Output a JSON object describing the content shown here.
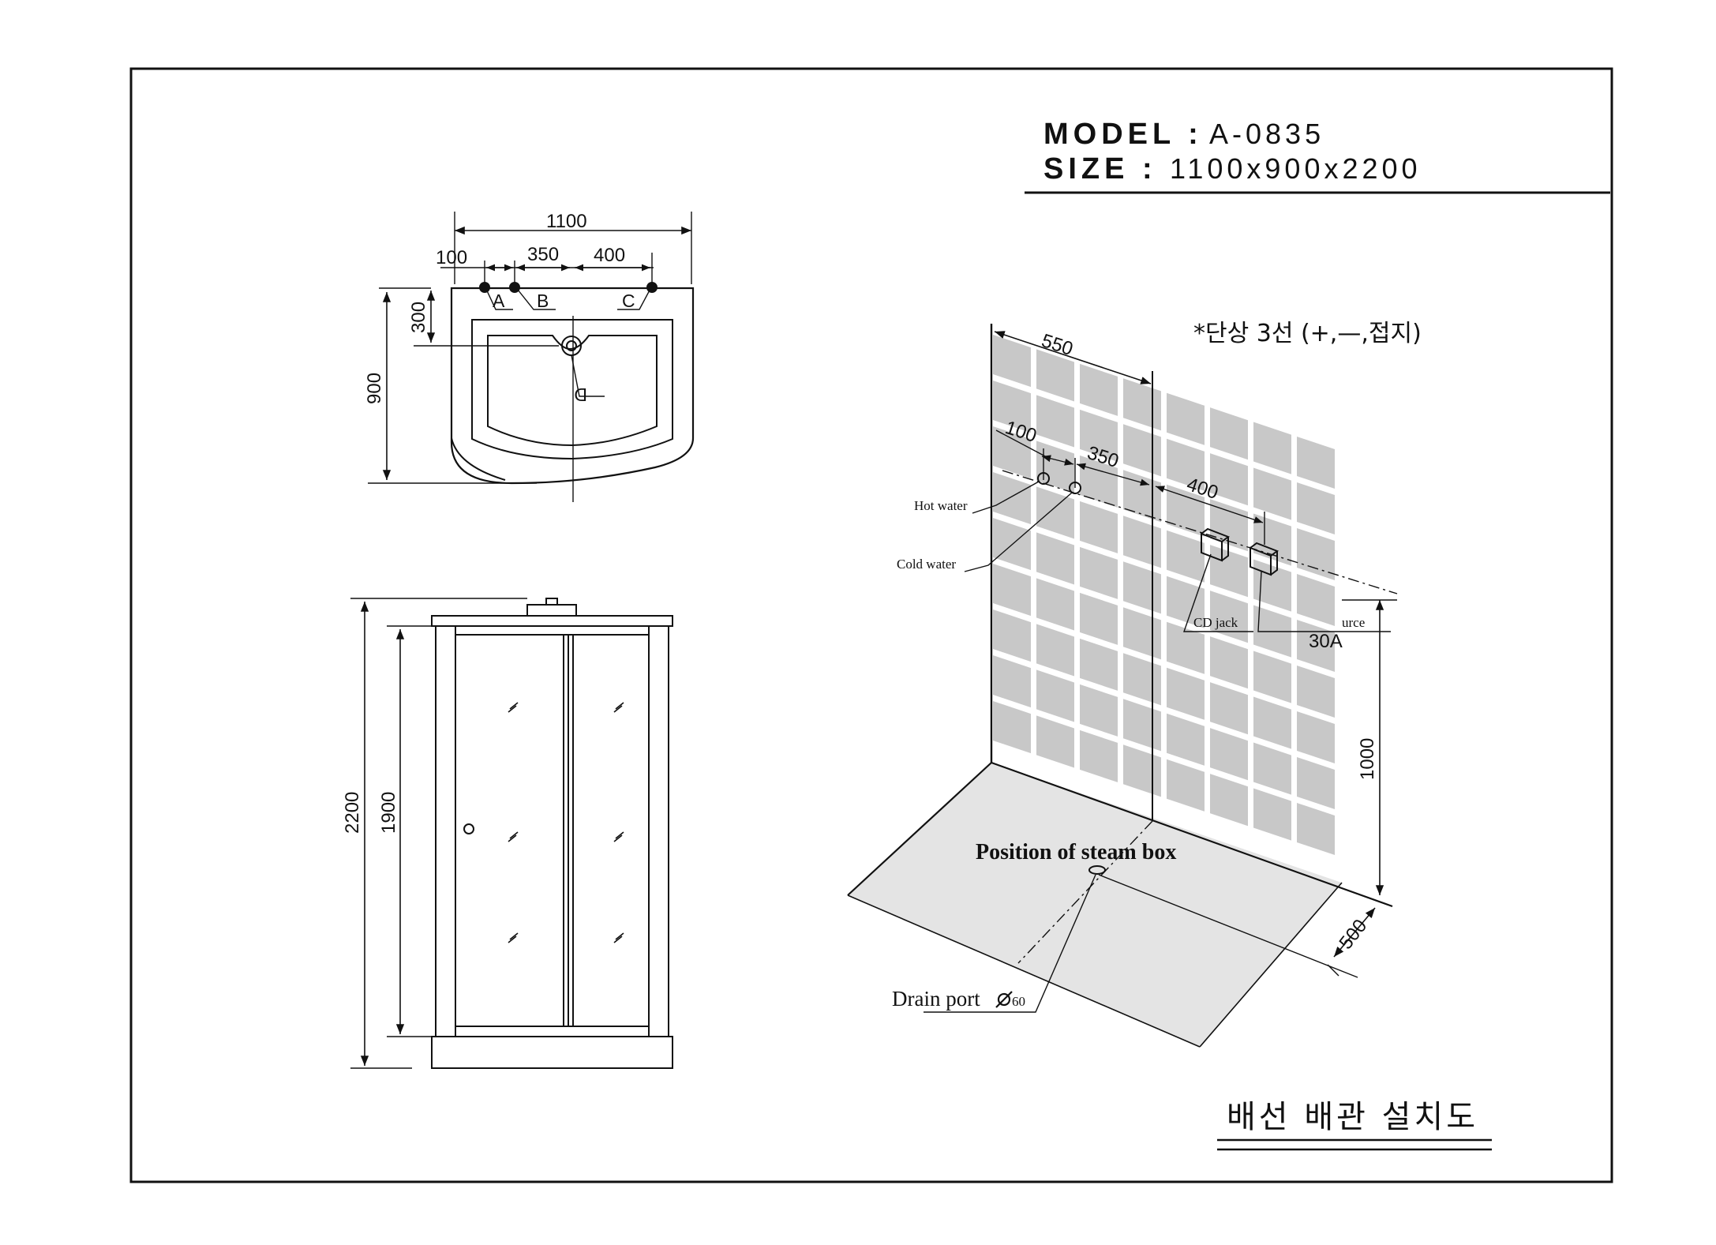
{
  "header": {
    "model_label": "MODEL :",
    "model_value": "A-0835",
    "size_label": "SIZE :",
    "size_value": "1100x900x2200"
  },
  "plan_view": {
    "width_total": "1100",
    "dim_a": "100",
    "dim_b": "350",
    "dim_c": "400",
    "depth_front": "300",
    "depth_total": "900",
    "point_a": "A",
    "point_b": "B",
    "point_c": "C",
    "point_d": "D"
  },
  "front_view": {
    "height_total": "2200",
    "height_door": "1900"
  },
  "iso_view": {
    "note": "*단상 3선 (+,—,접지)",
    "dim_550": "550",
    "dim_100": "100",
    "dim_350": "350",
    "dim_400": "400",
    "dim_1000": "1000",
    "dim_500": "500",
    "hot_water": "Hot water",
    "cold_water": "Cold water",
    "cd_jack": "CD jack",
    "power_source": "urce",
    "current": "30A",
    "steam_box": "Position of steam box",
    "drain_port": "Drain port",
    "drain_size": "60"
  },
  "footer": {
    "title": "배선 배관 설치도"
  },
  "colors": {
    "line": "#111111",
    "tile": "#c8c8c8",
    "floor": "#e4e4e4",
    "paper": "#ffffff"
  }
}
